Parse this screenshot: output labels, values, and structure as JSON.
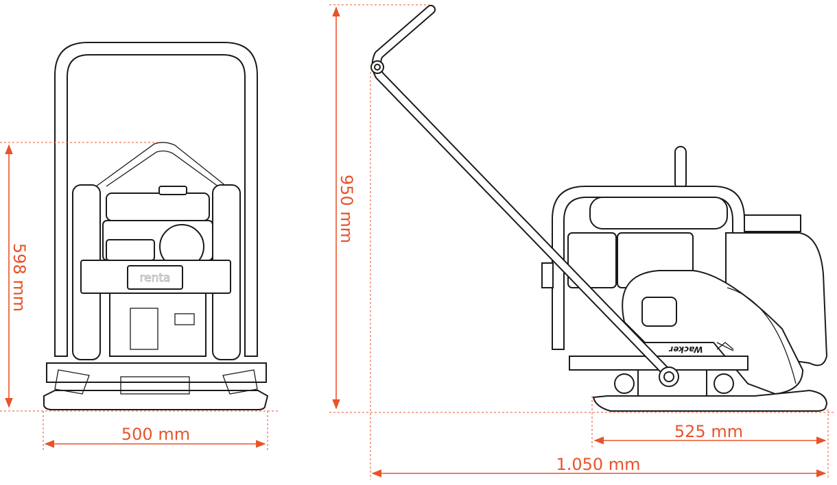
{
  "title": "Plate compactor dimensions",
  "dimensions": {
    "front_height": "598 mm",
    "front_width": "500 mm",
    "side_height": "950 mm",
    "plate_length": "525 mm",
    "total_length": "1.050 mm"
  },
  "brand_mark": "renta",
  "manufacturer_mark": "Wacker",
  "colors": {
    "dimension": "#e8532a",
    "outline": "#1a1a1a"
  }
}
